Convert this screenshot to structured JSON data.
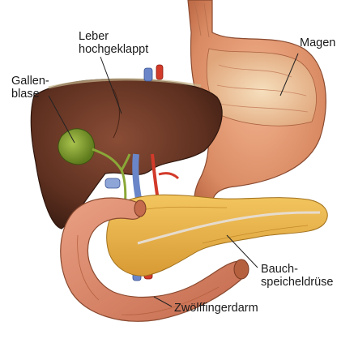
{
  "labels": {
    "liver_line1": "Leber",
    "liver_line2": "hochgeklappt",
    "gallbladder_line1": "Gallen-",
    "gallbladder_line2": "blase",
    "stomach": "Magen",
    "pancreas_line1": "Bauch-",
    "pancreas_line2": "speicheldrüse",
    "duodenum": "Zwölffingerdarm"
  },
  "colors": {
    "background": "#ffffff",
    "liver": "#6b3a2a",
    "gallbladder": "#7c9a2e",
    "stomach": "#d98f6a",
    "stomach_lining": "#f0d0a8",
    "pancreas": "#e8b04a",
    "duodenum": "#d98a6e",
    "artery": "#d23a2a",
    "vein": "#6a86c8",
    "bile_duct": "#8aa838",
    "leader_line": "#222222"
  }
}
